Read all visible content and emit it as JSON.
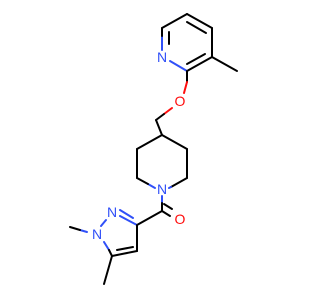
{
  "atoms": {
    "pyridine_n": {
      "symbol": "N",
      "color": "#3050f8"
    },
    "ether_o": {
      "symbol": "O",
      "color": "#ff0d0d"
    },
    "piperidine_n": {
      "symbol": "N",
      "color": "#3050f8"
    },
    "carbonyl_o": {
      "symbol": "O",
      "color": "#ff0d0d"
    },
    "pyrazole_n2": {
      "symbol": "N",
      "color": "#3050f8"
    },
    "pyrazole_n1": {
      "symbol": "N",
      "color": "#3050f8"
    }
  },
  "colors": {
    "carbon_bond": "#000000",
    "nitrogen": "#3050f8",
    "oxygen": "#ff0d0d",
    "background": "#ffffff"
  }
}
